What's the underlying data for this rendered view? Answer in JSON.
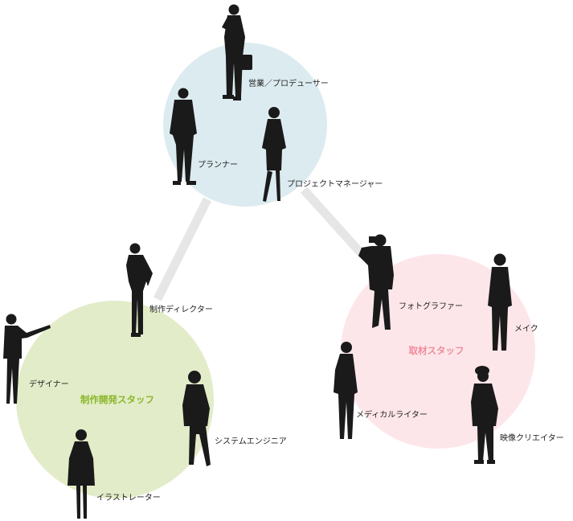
{
  "groups": {
    "top": {
      "color": "#dcebf0"
    },
    "left": {
      "title": "制作開発スタッフ",
      "color": "#e2ecc8",
      "title_color": "#8ab62a"
    },
    "right": {
      "title": "取材スタッフ",
      "color": "#fde6ea",
      "title_color": "#ef8c9c"
    }
  },
  "connector_color": "#e6e6e6",
  "figure_color": "#1a1a1a",
  "roles": {
    "sales_producer": "営業／プロデューサー",
    "planner": "プランナー",
    "project_manager": "プロジェクトマネージャー",
    "production_director": "制作ディレクター",
    "designer": "デザイナー",
    "system_engineer": "システムエンジニア",
    "illustrator": "イラストレーター",
    "photographer": "フォトグラファー",
    "makeup": "メイク",
    "medical_writer": "メディカルライター",
    "video_creator": "映像クリエイター"
  }
}
